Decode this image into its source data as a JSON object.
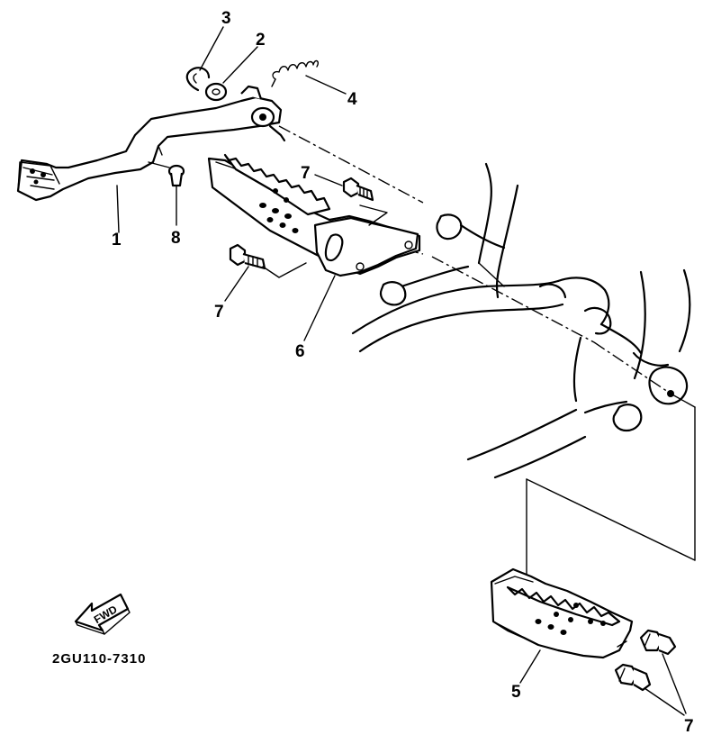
{
  "callouts": {
    "brake_pedal": "1",
    "washer": "2",
    "circlip": "3",
    "spring": "4",
    "footrest_left": "5",
    "footrest_right": "6",
    "bolt": "7",
    "pin": "8"
  },
  "fwd_label": "FWD",
  "drawing_code": "2GU110-7310"
}
